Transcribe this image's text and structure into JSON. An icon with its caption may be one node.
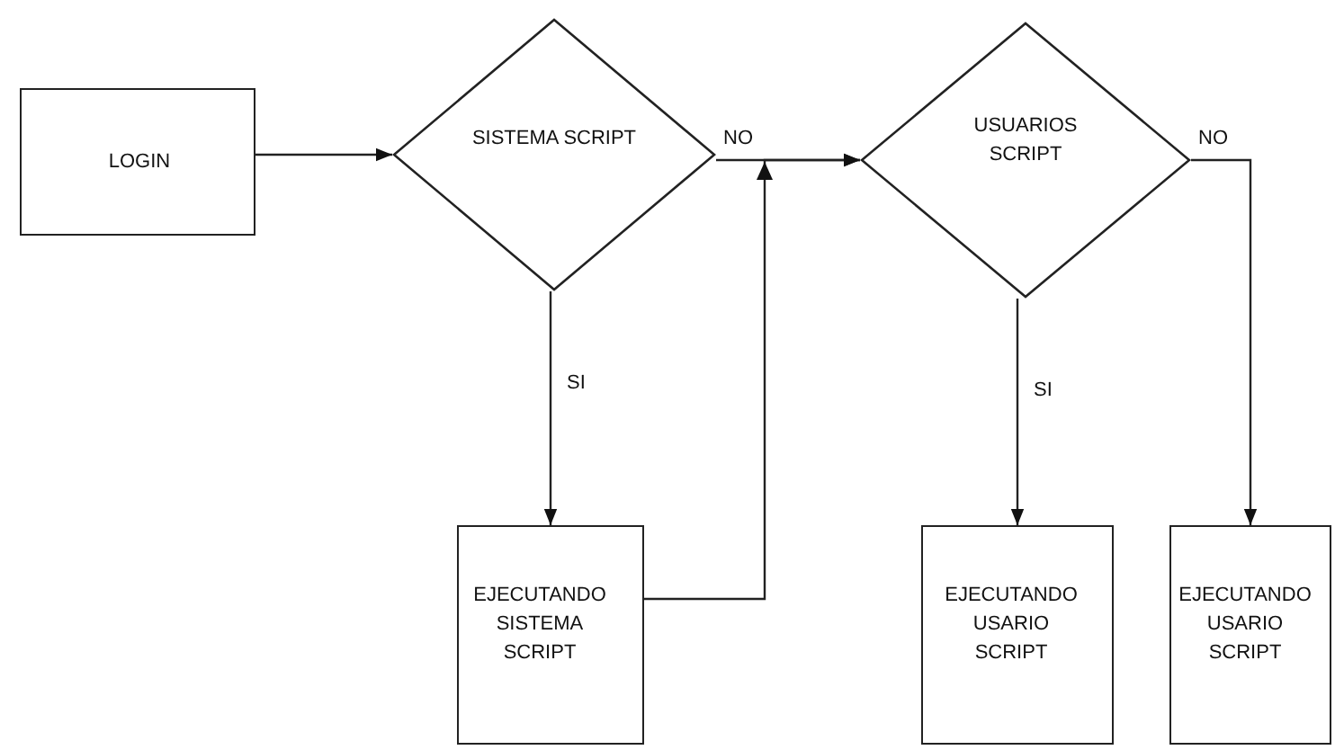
{
  "diagram": {
    "nodes": [
      {
        "text": [
          "LOGIN"
        ]
      },
      {
        "text": [
          "SISTEMA SCRIPT"
        ]
      },
      {
        "text": [
          "USUARIOS SCRIPT"
        ]
      },
      {
        "text": [
          "EJECUTANDO SISTEMA SCRIPT"
        ]
      },
      {
        "text": [
          "EJECUTANDO USARIO SCRIPT"
        ]
      },
      {
        "text": [
          "EJECUTANDO USARIO SCRIPT"
        ]
      }
    ],
    "edges": [
      {
        "from": 0,
        "to": 1,
        "arrow": "to"
      },
      {
        "from": 1,
        "to": 2,
        "arrow": "to",
        "label": "NO"
      },
      {
        "from": 1,
        "to": 3,
        "arrow": "to",
        "label": "SI"
      },
      {
        "from": 3,
        "to": 2,
        "arrow": "to"
      },
      {
        "from": 2,
        "to": 4,
        "arrow": "to",
        "label": "SI"
      },
      {
        "from": 2,
        "to": 5,
        "arrow": "to",
        "label": "NO"
      }
    ]
  }
}
